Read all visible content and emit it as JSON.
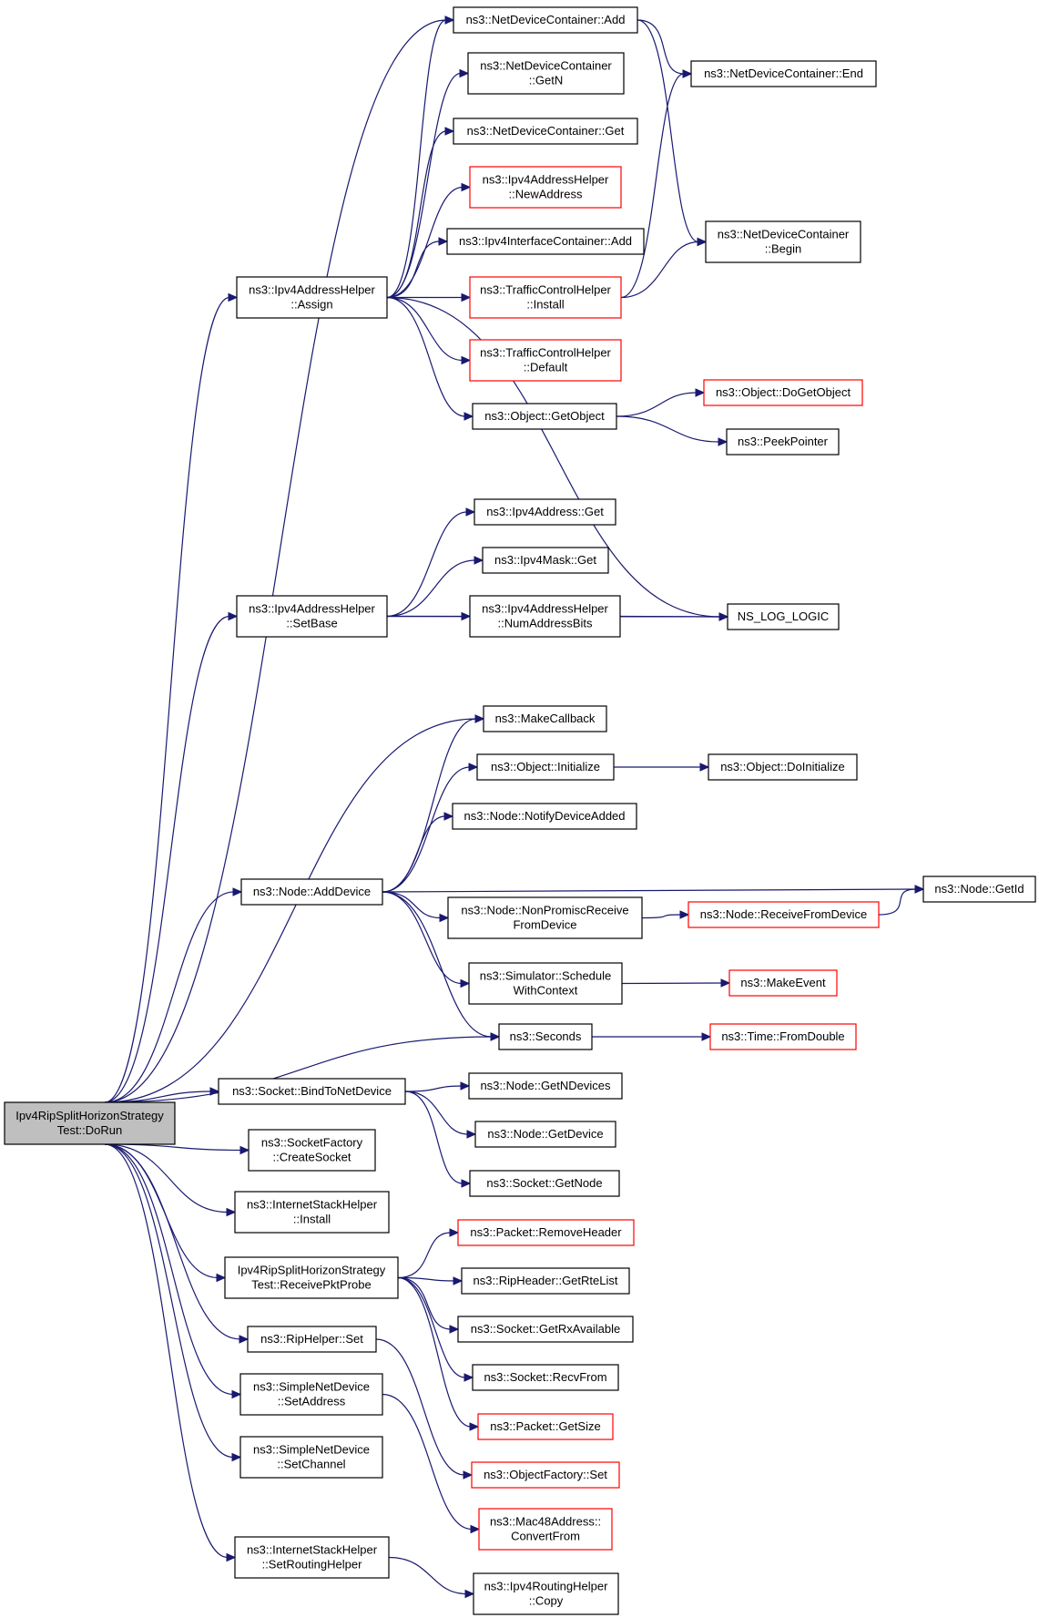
{
  "colors": {
    "edge": "#191970",
    "box_default": "#000000",
    "box_undocumented": "#ff0000",
    "box_root_fill": "#bfbfbf",
    "box_fill": "#ffffff"
  },
  "nodes": [
    {
      "id": "root",
      "lines": [
        "Ipv4RipSplitHorizonStrategy",
        "Test::DoRun"
      ],
      "style": "root"
    },
    {
      "id": "ndc_add",
      "lines": [
        "ns3::NetDeviceContainer::Add"
      ],
      "style": "black"
    },
    {
      "id": "ndc_getn",
      "lines": [
        "ns3::NetDeviceContainer",
        "::GetN"
      ],
      "style": "black"
    },
    {
      "id": "ndc_get",
      "lines": [
        "ns3::NetDeviceContainer::Get"
      ],
      "style": "black"
    },
    {
      "id": "iah_newaddr",
      "lines": [
        "ns3::Ipv4AddressHelper",
        "::NewAddress"
      ],
      "style": "red"
    },
    {
      "id": "iic_add",
      "lines": [
        "ns3::Ipv4InterfaceContainer::Add"
      ],
      "style": "black"
    },
    {
      "id": "tch_install",
      "lines": [
        "ns3::TrafficControlHelper",
        "::Install"
      ],
      "style": "red"
    },
    {
      "id": "tch_default",
      "lines": [
        "ns3::TrafficControlHelper",
        "::Default"
      ],
      "style": "red"
    },
    {
      "id": "obj_getobject",
      "lines": [
        "ns3::Object::GetObject"
      ],
      "style": "black"
    },
    {
      "id": "ndc_end",
      "lines": [
        "ns3::NetDeviceContainer::End"
      ],
      "style": "black"
    },
    {
      "id": "ndc_begin",
      "lines": [
        "ns3::NetDeviceContainer",
        "::Begin"
      ],
      "style": "black"
    },
    {
      "id": "obj_dogetobject",
      "lines": [
        "ns3::Object::DoGetObject"
      ],
      "style": "red"
    },
    {
      "id": "peekpointer",
      "lines": [
        "ns3::PeekPointer"
      ],
      "style": "black"
    },
    {
      "id": "iah_assign",
      "lines": [
        "ns3::Ipv4AddressHelper",
        "::Assign"
      ],
      "style": "black"
    },
    {
      "id": "ipv4addr_get",
      "lines": [
        "ns3::Ipv4Address::Get"
      ],
      "style": "black"
    },
    {
      "id": "ipv4mask_get",
      "lines": [
        "ns3::Ipv4Mask::Get"
      ],
      "style": "black"
    },
    {
      "id": "iah_numaddrbits",
      "lines": [
        "ns3::Ipv4AddressHelper",
        "::NumAddressBits"
      ],
      "style": "black"
    },
    {
      "id": "ns_log_logic",
      "lines": [
        "NS_LOG_LOGIC"
      ],
      "style": "black"
    },
    {
      "id": "iah_setbase",
      "lines": [
        "ns3::Ipv4AddressHelper",
        "::SetBase"
      ],
      "style": "black"
    },
    {
      "id": "makecallback",
      "lines": [
        "ns3::MakeCallback"
      ],
      "style": "black"
    },
    {
      "id": "obj_initialize",
      "lines": [
        "ns3::Object::Initialize"
      ],
      "style": "black"
    },
    {
      "id": "obj_doinitialize",
      "lines": [
        "ns3::Object::DoInitialize"
      ],
      "style": "black"
    },
    {
      "id": "node_notify",
      "lines": [
        "ns3::Node::NotifyDeviceAdded"
      ],
      "style": "black"
    },
    {
      "id": "node_adddevice",
      "lines": [
        "ns3::Node::AddDevice"
      ],
      "style": "black"
    },
    {
      "id": "node_getid",
      "lines": [
        "ns3::Node::GetId"
      ],
      "style": "black"
    },
    {
      "id": "node_nonpromisc",
      "lines": [
        "ns3::Node::NonPromiscReceive",
        "FromDevice"
      ],
      "style": "black"
    },
    {
      "id": "node_receivefrom",
      "lines": [
        "ns3::Node::ReceiveFromDevice"
      ],
      "style": "red"
    },
    {
      "id": "sim_schedule",
      "lines": [
        "ns3::Simulator::Schedule",
        "WithContext"
      ],
      "style": "black"
    },
    {
      "id": "makeevent",
      "lines": [
        "ns3::MakeEvent"
      ],
      "style": "red"
    },
    {
      "id": "seconds",
      "lines": [
        "ns3::Seconds"
      ],
      "style": "black"
    },
    {
      "id": "time_fromdouble",
      "lines": [
        "ns3::Time::FromDouble"
      ],
      "style": "red"
    },
    {
      "id": "socket_bind",
      "lines": [
        "ns3::Socket::BindToNetDevice"
      ],
      "style": "black"
    },
    {
      "id": "node_getndevices",
      "lines": [
        "ns3::Node::GetNDevices"
      ],
      "style": "black"
    },
    {
      "id": "node_getdevice",
      "lines": [
        "ns3::Node::GetDevice"
      ],
      "style": "black"
    },
    {
      "id": "socket_getnode",
      "lines": [
        "ns3::Socket::GetNode"
      ],
      "style": "black"
    },
    {
      "id": "sockfactory_create",
      "lines": [
        "ns3::SocketFactory",
        "::CreateSocket"
      ],
      "style": "black"
    },
    {
      "id": "ish_install",
      "lines": [
        "ns3::InternetStackHelper",
        "::Install"
      ],
      "style": "black"
    },
    {
      "id": "rsh_receive",
      "lines": [
        "Ipv4RipSplitHorizonStrategy",
        "Test::ReceivePktProbe"
      ],
      "style": "black"
    },
    {
      "id": "packet_removeheader",
      "lines": [
        "ns3::Packet::RemoveHeader"
      ],
      "style": "red"
    },
    {
      "id": "ripheader_getrtelist",
      "lines": [
        "ns3::RipHeader::GetRteList"
      ],
      "style": "black"
    },
    {
      "id": "socket_getrx",
      "lines": [
        "ns3::Socket::GetRxAvailable"
      ],
      "style": "black"
    },
    {
      "id": "socket_recvfrom",
      "lines": [
        "ns3::Socket::RecvFrom"
      ],
      "style": "black"
    },
    {
      "id": "packet_getsize",
      "lines": [
        "ns3::Packet::GetSize"
      ],
      "style": "red"
    },
    {
      "id": "riphelper_set",
      "lines": [
        "ns3::RipHelper::Set"
      ],
      "style": "black"
    },
    {
      "id": "objfactory_set",
      "lines": [
        "ns3::ObjectFactory::Set"
      ],
      "style": "red"
    },
    {
      "id": "snd_setaddress",
      "lines": [
        "ns3::SimpleNetDevice",
        "::SetAddress"
      ],
      "style": "black"
    },
    {
      "id": "mac48_convert",
      "lines": [
        "ns3::Mac48Address::",
        "ConvertFrom"
      ],
      "style": "red"
    },
    {
      "id": "snd_setchannel",
      "lines": [
        "ns3::SimpleNetDevice",
        "::SetChannel"
      ],
      "style": "black"
    },
    {
      "id": "ish_setrouting",
      "lines": [
        "ns3::InternetStackHelper",
        "::SetRoutingHelper"
      ],
      "style": "black"
    },
    {
      "id": "irh_copy",
      "lines": [
        "ns3::Ipv4RoutingHelper",
        "::Copy"
      ],
      "style": "black"
    }
  ],
  "edges": [
    [
      "root",
      "ndc_add"
    ],
    [
      "root",
      "iah_assign"
    ],
    [
      "root",
      "iah_setbase"
    ],
    [
      "root",
      "makecallback"
    ],
    [
      "root",
      "node_adddevice"
    ],
    [
      "root",
      "seconds"
    ],
    [
      "root",
      "socket_bind"
    ],
    [
      "root",
      "sockfactory_create"
    ],
    [
      "root",
      "ish_install"
    ],
    [
      "root",
      "rsh_receive"
    ],
    [
      "root",
      "riphelper_set"
    ],
    [
      "root",
      "snd_setaddress"
    ],
    [
      "root",
      "snd_setchannel"
    ],
    [
      "root",
      "ish_setrouting"
    ],
    [
      "ndc_add",
      "ndc_end"
    ],
    [
      "ndc_add",
      "ndc_begin"
    ],
    [
      "iah_assign",
      "ndc_add"
    ],
    [
      "iah_assign",
      "ndc_getn"
    ],
    [
      "iah_assign",
      "ndc_get"
    ],
    [
      "iah_assign",
      "iah_newaddr"
    ],
    [
      "iah_assign",
      "iic_add"
    ],
    [
      "iah_assign",
      "tch_install"
    ],
    [
      "iah_assign",
      "tch_default"
    ],
    [
      "iah_assign",
      "obj_getobject"
    ],
    [
      "iah_assign",
      "ns_log_logic"
    ],
    [
      "tch_install",
      "ndc_end"
    ],
    [
      "tch_install",
      "ndc_begin"
    ],
    [
      "obj_getobject",
      "obj_dogetobject"
    ],
    [
      "obj_getobject",
      "peekpointer"
    ],
    [
      "iah_setbase",
      "ipv4addr_get"
    ],
    [
      "iah_setbase",
      "ipv4mask_get"
    ],
    [
      "iah_setbase",
      "iah_numaddrbits"
    ],
    [
      "iah_setbase",
      "ns_log_logic"
    ],
    [
      "iah_numaddrbits",
      "ns_log_logic"
    ],
    [
      "node_adddevice",
      "makecallback"
    ],
    [
      "node_adddevice",
      "obj_initialize"
    ],
    [
      "node_adddevice",
      "node_notify"
    ],
    [
      "node_adddevice",
      "node_getid"
    ],
    [
      "node_adddevice",
      "node_nonpromisc"
    ],
    [
      "node_adddevice",
      "sim_schedule"
    ],
    [
      "node_adddevice",
      "seconds"
    ],
    [
      "obj_initialize",
      "obj_doinitialize"
    ],
    [
      "node_nonpromisc",
      "node_receivefrom"
    ],
    [
      "node_receivefrom",
      "node_getid"
    ],
    [
      "sim_schedule",
      "makeevent"
    ],
    [
      "seconds",
      "time_fromdouble"
    ],
    [
      "socket_bind",
      "node_getndevices"
    ],
    [
      "socket_bind",
      "node_getdevice"
    ],
    [
      "socket_bind",
      "socket_getnode"
    ],
    [
      "rsh_receive",
      "packet_removeheader"
    ],
    [
      "rsh_receive",
      "ripheader_getrtelist"
    ],
    [
      "rsh_receive",
      "socket_getrx"
    ],
    [
      "rsh_receive",
      "socket_recvfrom"
    ],
    [
      "rsh_receive",
      "packet_getsize"
    ],
    [
      "riphelper_set",
      "objfactory_set"
    ],
    [
      "snd_setaddress",
      "mac48_convert"
    ],
    [
      "ish_setrouting",
      "irh_copy"
    ]
  ]
}
